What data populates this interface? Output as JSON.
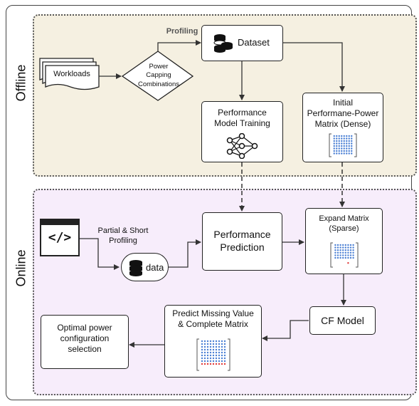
{
  "regions": {
    "offline": "Offline",
    "online": "Online"
  },
  "nodes": {
    "workloads": "Workloads",
    "power_capping": [
      "Power",
      "Capping",
      "Combinations"
    ],
    "profiling": "Profiling",
    "dataset": "Dataset",
    "performance_model_training": [
      "Performance",
      "Model Training"
    ],
    "initial_matrix": [
      "Initial",
      "Performane-Power",
      "Matrix (Dense)"
    ],
    "partial_short_profiling": [
      "Partial & Short",
      "Profiling"
    ],
    "data": "data",
    "performance_prediction": [
      "Performance",
      "Prediction"
    ],
    "expand_matrix": [
      "Expand Matrix",
      "(Sparse)"
    ],
    "cf_model": "CF Model",
    "predict_missing": [
      "Predict Missing Value",
      "& Complete Matrix"
    ],
    "optimal_selection": [
      "Optimal power",
      "configuration",
      "selection"
    ]
  },
  "icons": {
    "database": "database-icon",
    "neural_network": "neural-network-icon",
    "code": "code-icon",
    "matrix": "matrix-icon"
  },
  "colors": {
    "offline_bg": "#f5f0e1",
    "online_bg": "#f7edfb",
    "matrix_dot": "#4a7fd4",
    "missing_dot": "#e03a3a"
  }
}
